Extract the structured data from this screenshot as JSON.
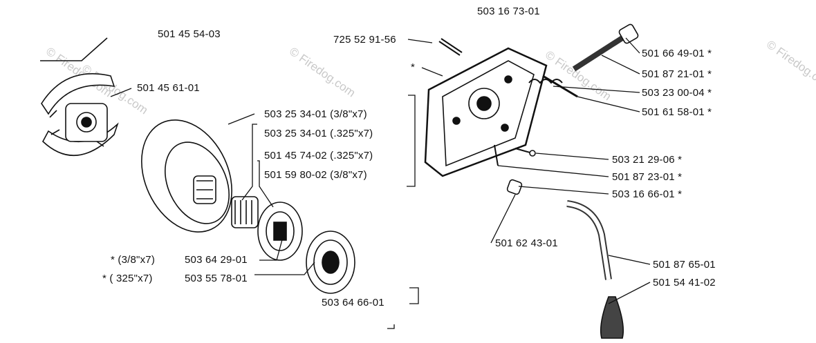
{
  "watermark": "© Firedog.com",
  "assembly_top": "503 16 73-01",
  "clutch_assembly": "501 45 54-03",
  "clutch_shoe": "501 45 61-01",
  "bearing_38": "503 25 34-01  (3/8\"x7)",
  "bearing_325": "503 25 34-01  (.325\"x7)",
  "sprocket_325": "501 45 74-02  (.325\"x7)",
  "sprocket_38": "501 59 80-02  (3/8\"x7)",
  "rim_38_note": "* (3/8\"x7)",
  "rim_325_note": "* ( 325\"x7)",
  "rim_38": "503 64 29-01",
  "rim_325": "503 55 78-01",
  "drum_kit": "503 64 66-01",
  "screw": "725 52 91-56",
  "pump_star": "*",
  "nipple": "501 66 49-01  *",
  "hose": "501 87 21-01  *",
  "spring": "503 23 00-04  *",
  "piston": "501 61 58-01  *",
  "screw_small": "503 21 29-06  *",
  "washer": "501 87 23-01  *",
  "plug": "503 16 66-01  *",
  "valve": "501 62 43-01",
  "oil_hose": "501 87 65-01",
  "filter": "501 54 41-02"
}
